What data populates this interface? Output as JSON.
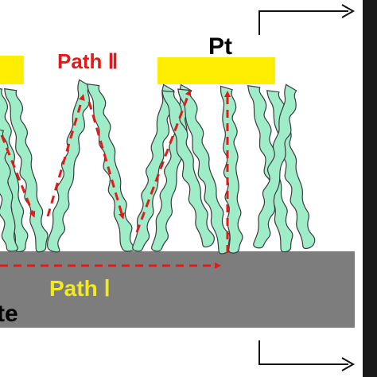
{
  "labels": {
    "pt": "Pt",
    "path_ii": "Path Ⅱ",
    "path_i": "Path Ⅰ",
    "substrate_partial": "te"
  },
  "colors": {
    "pt_electrode": "#ffee00",
    "nanowire_fill": "#9fedc8",
    "nanowire_outline": "#3a3a3a",
    "substrate": "#7d7d7d",
    "arrow": "#e21a1a",
    "path_i_text": "#f2ea1c",
    "frame_line": "#111111",
    "dark_edge": "#1a1a1a"
  }
}
